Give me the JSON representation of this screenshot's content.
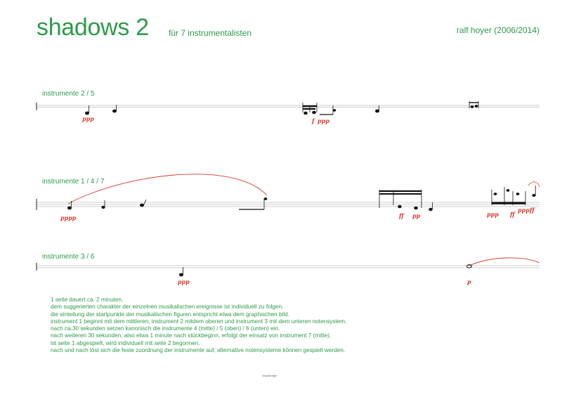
{
  "header": {
    "title": "shadows 2",
    "subtitle": "für 7 instrumentalisten",
    "composer": "ralf hoyer (2006/2014)"
  },
  "systems": [
    {
      "label": "instrumente 2 / 5",
      "dynamics": [
        "ppp",
        "f",
        "ppp"
      ]
    },
    {
      "label": "instrumente 1 / 4 / 7",
      "dynamics": [
        "pppp",
        "ff",
        "pp",
        "ppp",
        "ff",
        "ppp",
        "ff"
      ]
    },
    {
      "label": "instrumente 3 / 6",
      "dynamics": [
        "ppp",
        "p"
      ]
    }
  ],
  "instructions": [
    "1 seite dauert ca. 2 minuten.",
    "dem suggerierten charakter der einzelnen musikalischen ereignisse ist individuell zu folgen.",
    "die einteilung der startpunkte der musikalischen figuren entspricht etwa dem graphischen bild.",
    "instrument 1 beginnt mit dem mittleren, instrument 2 mitdem oberen und instrument 3 mit dem unteren notensystem.",
    "nach ca.30 sekunden setzen kanonisch die instrumente 4 (mitte) / 5 (oben) / 6 (unten) ein.",
    "nach weiteren 30 sekunden, also etwa 1 minute nach stückbeginn, erfolgt der einsatz von instrument 7 (mitte).",
    "ist seite 1 abgespielt, wird individuell mit seite 2 begonnen.",
    "nach und nach löst sich die feste zuordnung der instrumente auf, alternative notensysteme können gespielt werden."
  ],
  "footer": {
    "mark": "Shyddenger"
  },
  "colors": {
    "accent": "#2e9a4a",
    "dynamics": "#d23a2a",
    "ink": "#111111"
  }
}
